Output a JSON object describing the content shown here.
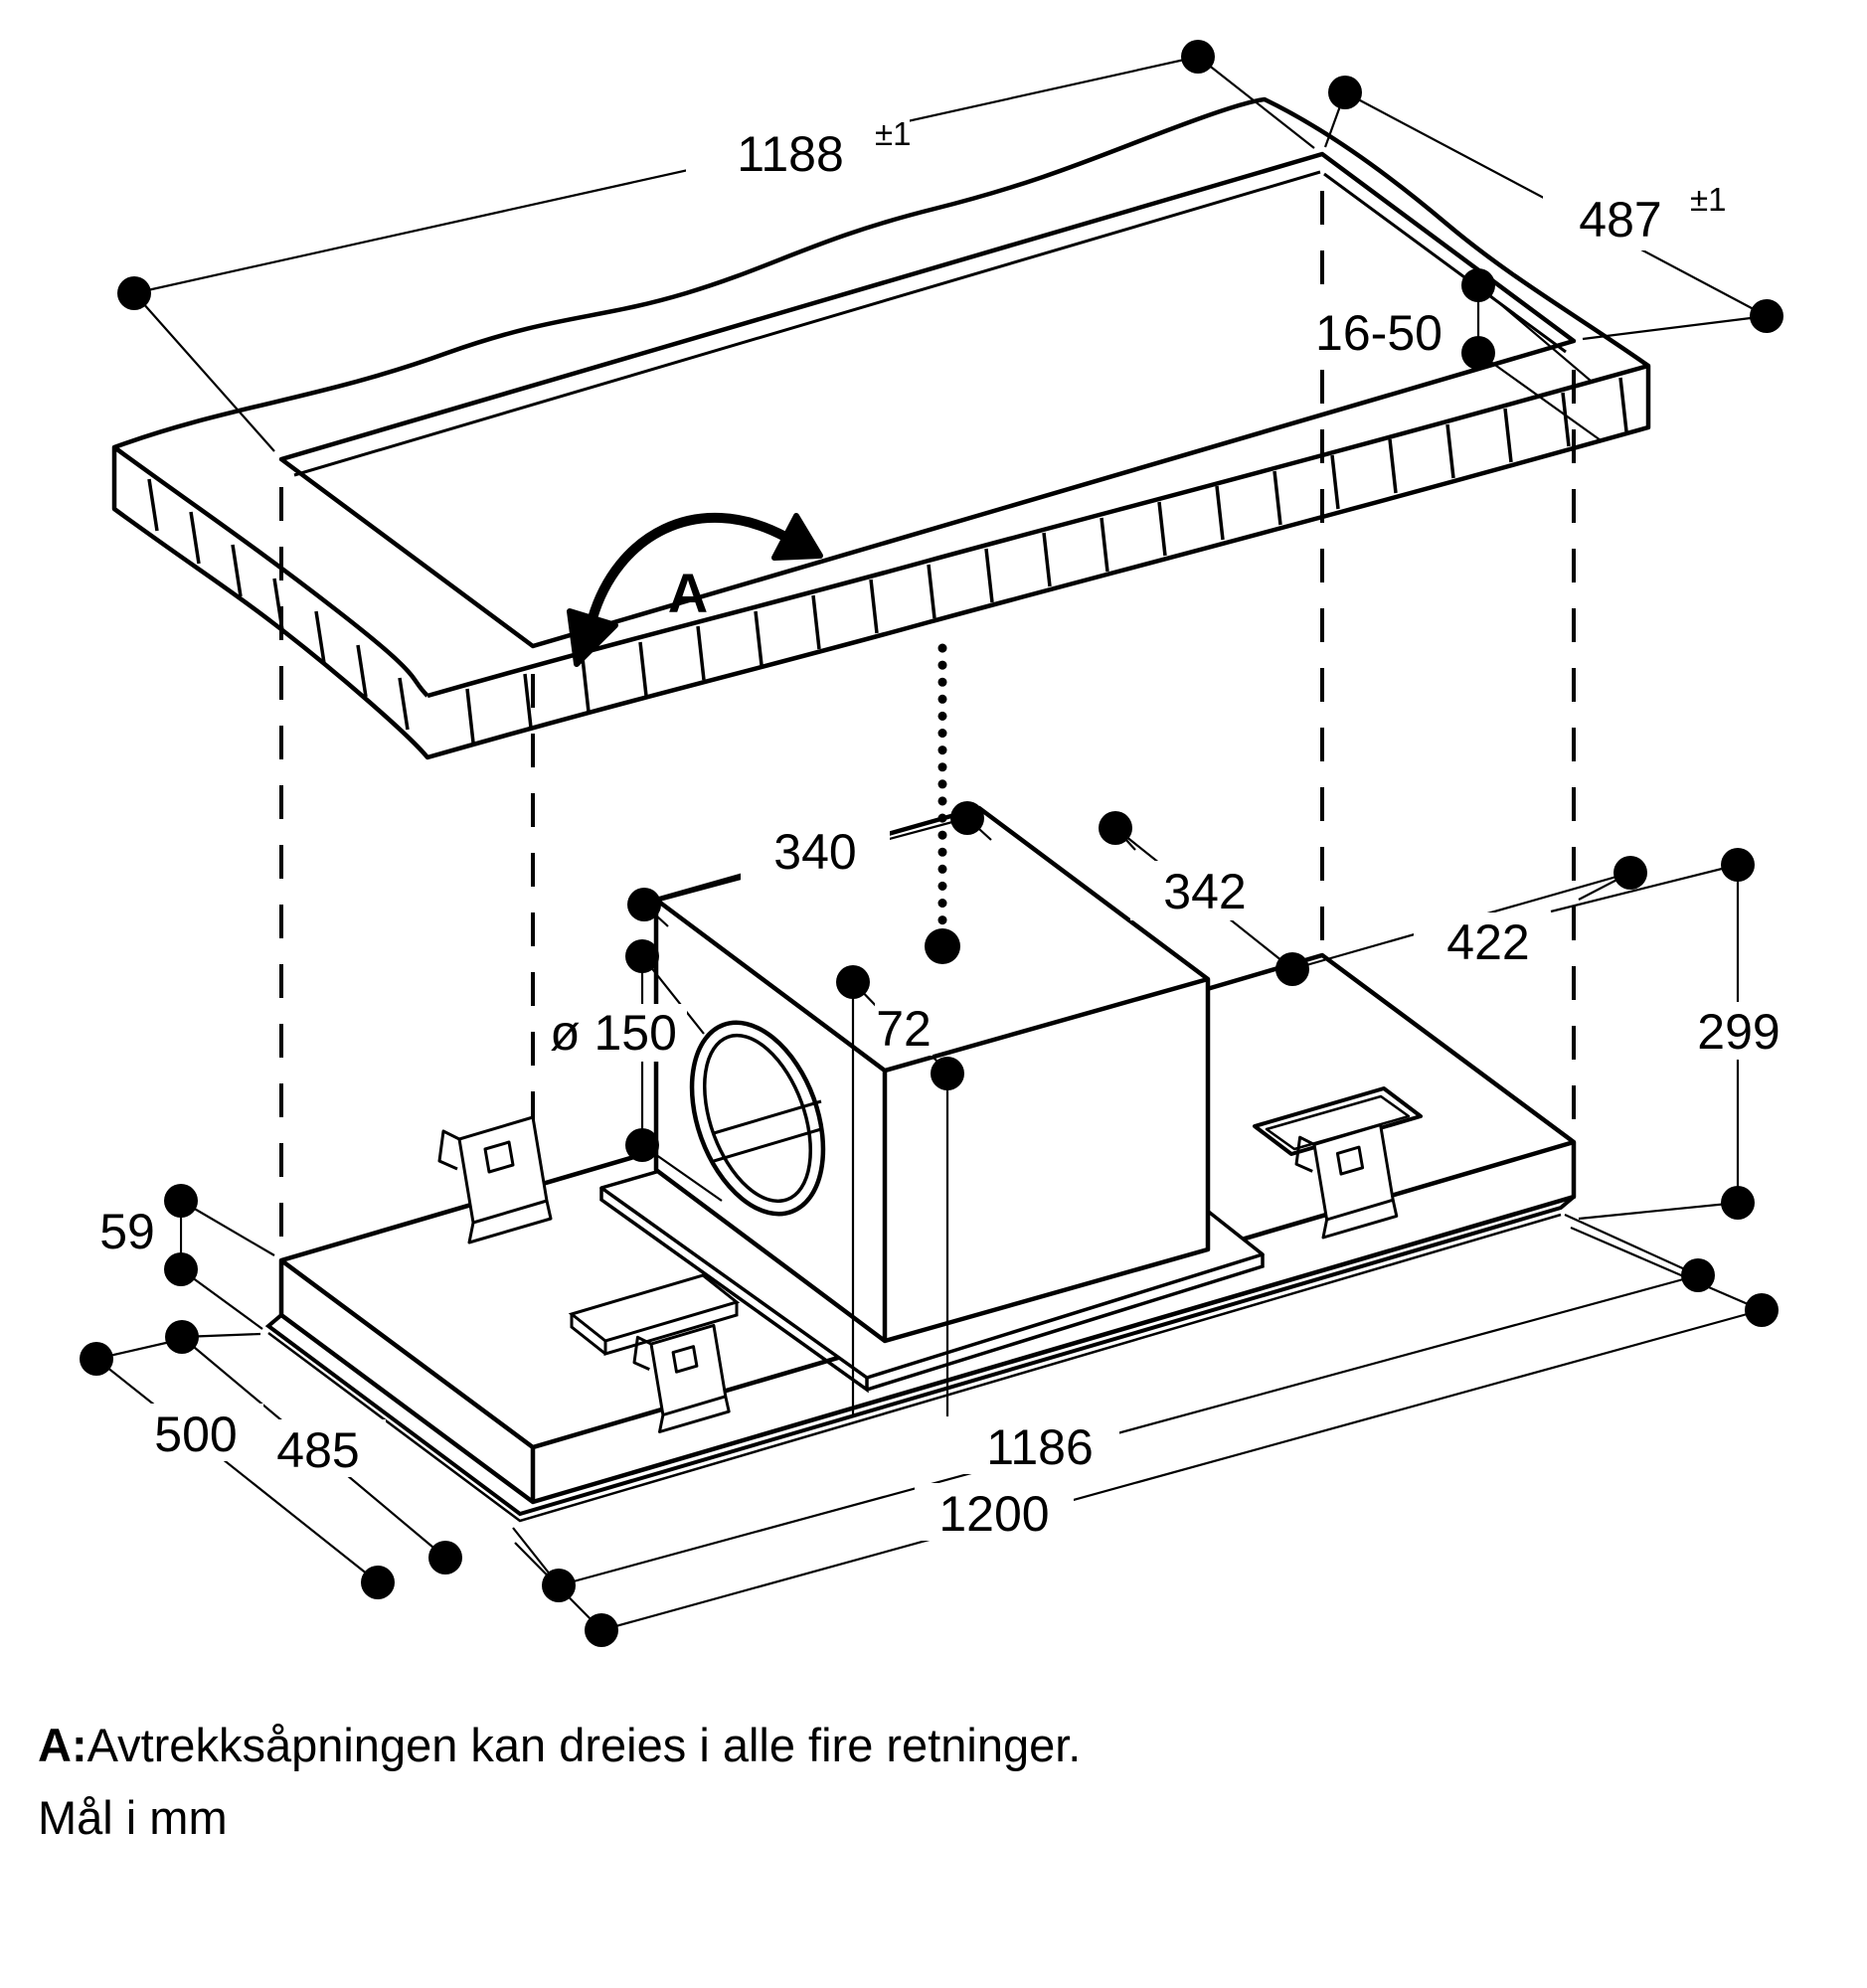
{
  "diagram": {
    "type": "installation-drawing",
    "product": "ceiling-extractor-hood",
    "colors": {
      "line": "#000000",
      "background": "#ffffff"
    },
    "dimensions": {
      "cutout_length": {
        "value": "1188",
        "tolerance": "±1"
      },
      "cutout_width": {
        "value": "487",
        "tolerance": "±1"
      },
      "ceiling_thickness": "16-50",
      "blower_length": "340",
      "blower_offset_side": "342",
      "duct_diameter": "ø 150",
      "duct_offset": "72",
      "top_right_width": "422",
      "blower_height": "299",
      "hood_body_height": "59",
      "hood_width_outer": "500",
      "hood_width_inner": "485",
      "hood_length_inner": "1186",
      "hood_length_outer": "1200"
    },
    "rotation_label": "A",
    "caption": {
      "bold_prefix": "A:",
      "line1": "Avtrekksåpningen kan dreies i alle fire retninger.",
      "line2": "Mål i mm"
    }
  }
}
